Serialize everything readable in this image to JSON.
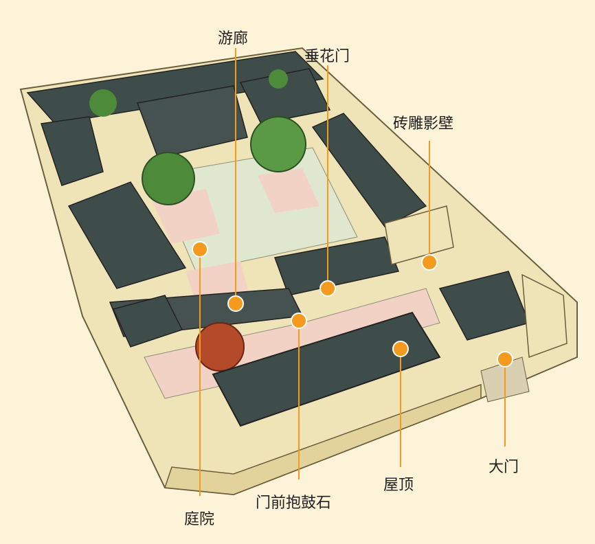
{
  "diagram": {
    "labels": {
      "youlang": "游廊",
      "chuihuamen": "垂花门",
      "zhuandiao": "砖雕影壁",
      "tingyuan": "庭院",
      "menqian": "门前抱鼓石",
      "wuding": "屋顶",
      "damen": "大门"
    },
    "colors": {
      "background": "#fcf3d9",
      "marker": "#f39a1f",
      "roof": "#3f4d4a",
      "wall": "#efe3b8",
      "courtyard": "#f2d2c4",
      "paving": "#dfe7cf",
      "tree": "#4d8a3a"
    }
  }
}
